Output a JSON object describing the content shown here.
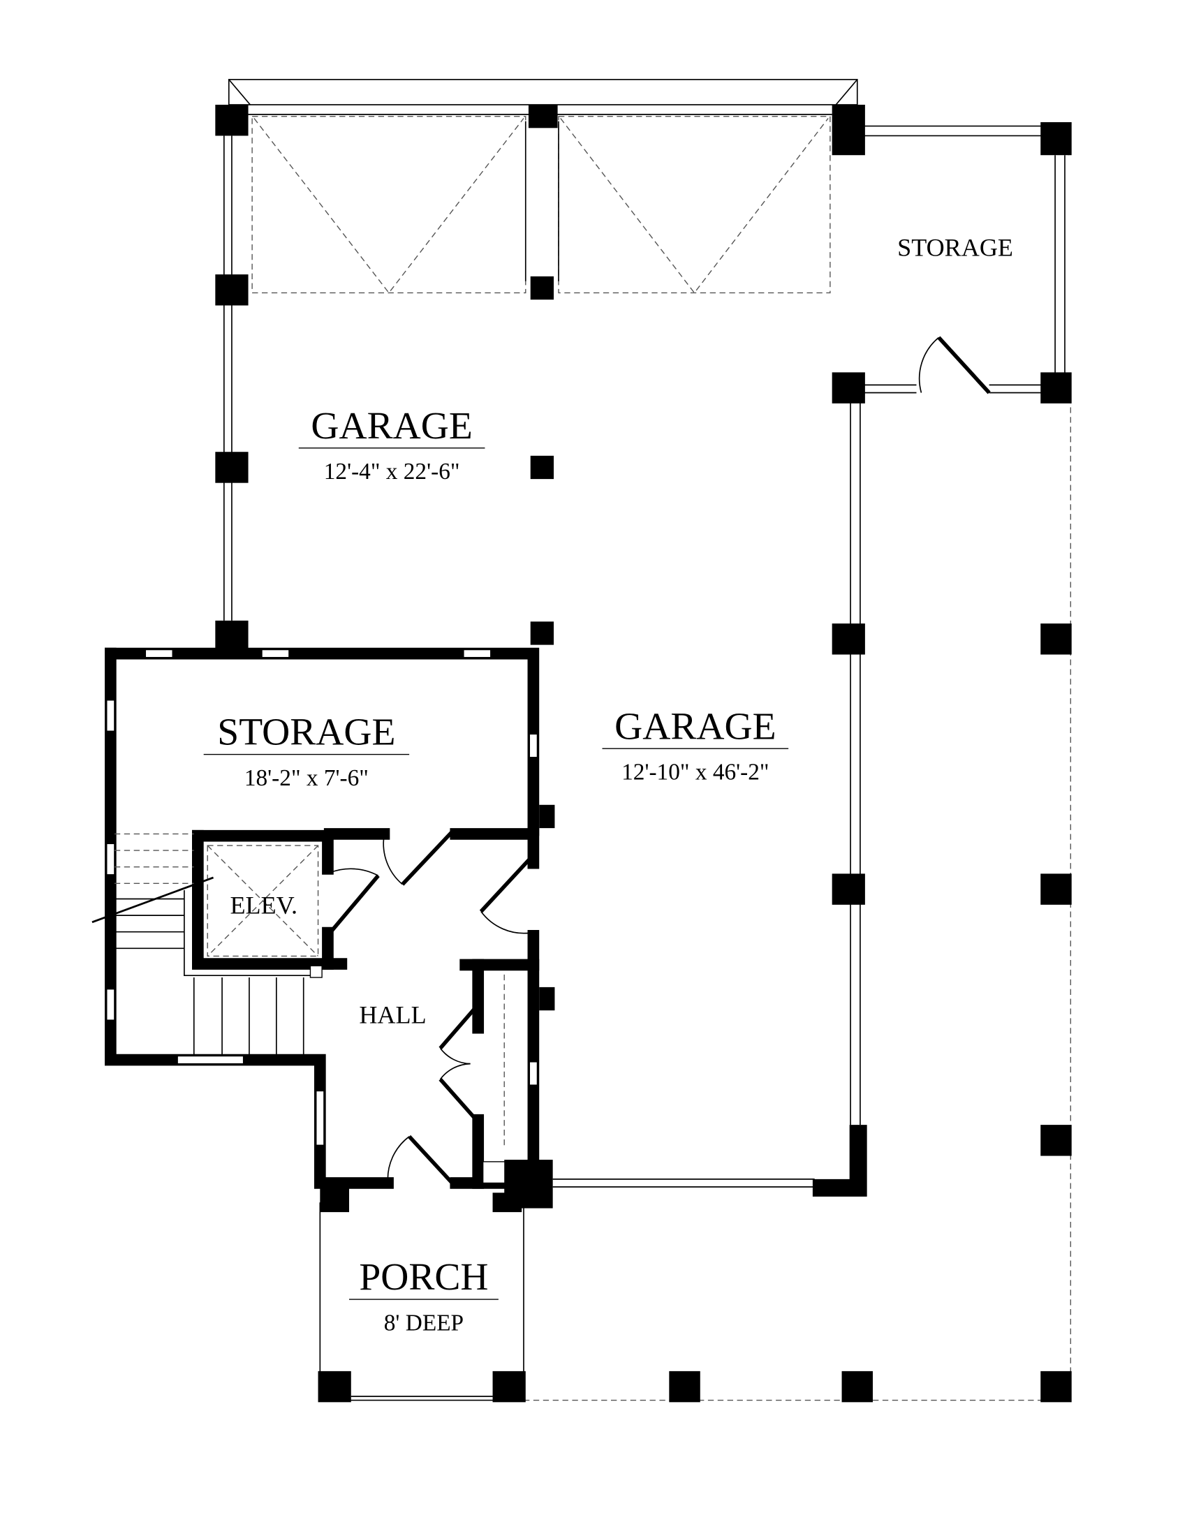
{
  "rooms": {
    "garage_left": {
      "name": "GARAGE",
      "size": "12'-4\" x 22'-6\""
    },
    "storage_right": {
      "name": "STORAGE"
    },
    "garage_main": {
      "name": "GARAGE",
      "size": "12'-10\" x 46'-2\""
    },
    "storage_left": {
      "name": "STORAGE",
      "size": "18'-2\" x 7'-6\""
    },
    "elevator": {
      "name": "ELEV."
    },
    "hall": {
      "name": "HALL"
    },
    "porch": {
      "name": "PORCH",
      "size": "8' DEEP"
    }
  }
}
